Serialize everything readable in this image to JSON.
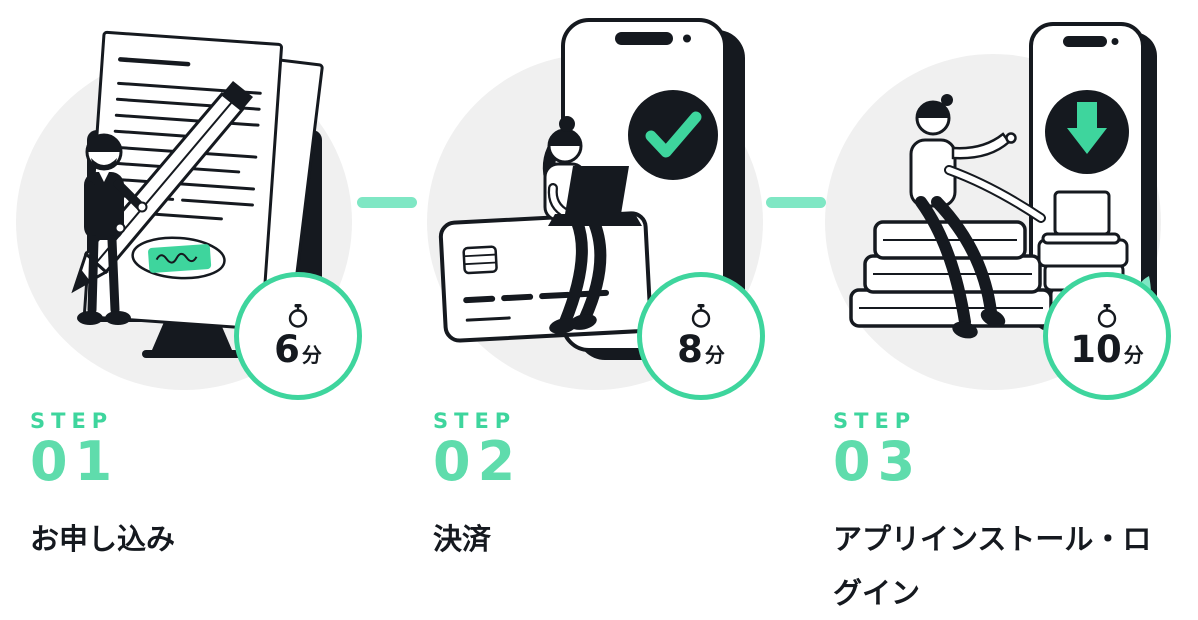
{
  "colors": {
    "accent": "#3ed59d",
    "accent_light": "#7fe7c4",
    "step_number": "#5fdcac",
    "dark": "#15191f",
    "circle_bg": "#f0f0f0"
  },
  "steps": [
    {
      "label": "STEP",
      "number": "01",
      "title": "お申し込み",
      "duration": {
        "value": "6",
        "unit": "分"
      },
      "illustration": "signup-form-illustration"
    },
    {
      "label": "STEP",
      "number": "02",
      "title": "決済",
      "duration": {
        "value": "8",
        "unit": "分"
      },
      "illustration": "payment-illustration"
    },
    {
      "label": "STEP",
      "number": "03",
      "title": "アプリインストール・ログイン",
      "duration": {
        "value": "10",
        "unit": "分"
      },
      "illustration": "app-install-illustration"
    }
  ]
}
